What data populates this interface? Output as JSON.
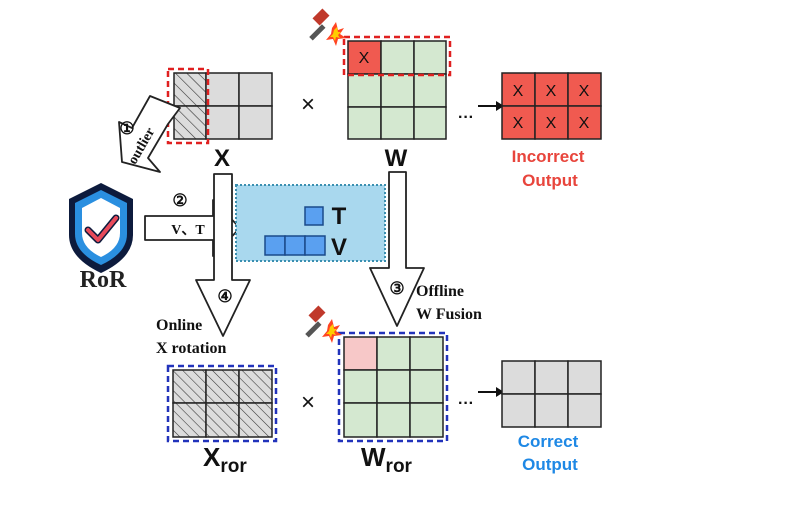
{
  "labels": {
    "x": "X",
    "w": "W",
    "times": "×",
    "ellipsis": "···",
    "cell_x": "X",
    "incorrect_line1": "Incorrect",
    "incorrect_line2": "Output",
    "correct_line1": "Correct",
    "correct_line2": "Output",
    "x_ror_base": "X",
    "x_ror_sub": "ror",
    "w_ror_base": "W",
    "w_ror_sub": "ror",
    "ror_logo": "RoR",
    "outlier": "outlier",
    "v_t": "V、T",
    "t": "T",
    "v": "V",
    "online_line1": "Online",
    "online_line2": "X rotation",
    "offline_line1": "Offline",
    "offline_line2": "W Fusion",
    "step1": "①",
    "step2": "②",
    "step3": "③",
    "step4": "④"
  },
  "colors": {
    "gray_cell": "#dcdcdc",
    "green_cell": "#d4e8d0",
    "red_cell": "#f05a50",
    "pink_cell": "#f7c8c8",
    "light_blue_box": "#a9d8ee",
    "blue_square": "#5aa0f0",
    "red_dash": "#e02020",
    "blue_dash": "#2233bb",
    "incorrect_text": "#e8453c",
    "correct_text": "#1e88e5",
    "shield_blue": "#2a8fe0",
    "shield_dark": "#0d1b3d"
  }
}
